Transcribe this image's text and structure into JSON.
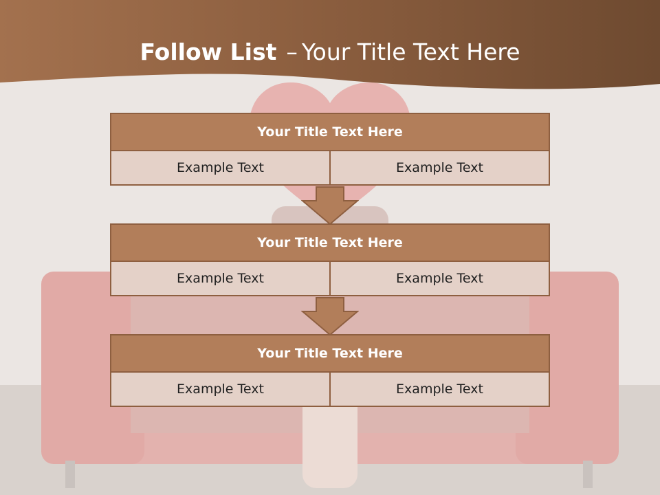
{
  "title": {
    "strong": "Follow List",
    "dash": "–",
    "rest": "Your Title Text Here"
  },
  "blocks": [
    {
      "title": "Your Title Text Here",
      "left": "Example Text",
      "right": "Example Text"
    },
    {
      "title": "Your Title Text Here",
      "left": "Example Text",
      "right": "Example Text"
    },
    {
      "title": "Your Title Text Here",
      "left": "Example Text",
      "right": "Example Text"
    }
  ],
  "colors": {
    "header": "#a4704f",
    "title_fill": "#b27e5a",
    "cell_fill": "#e4d1c8",
    "border": "#8e5f40"
  }
}
